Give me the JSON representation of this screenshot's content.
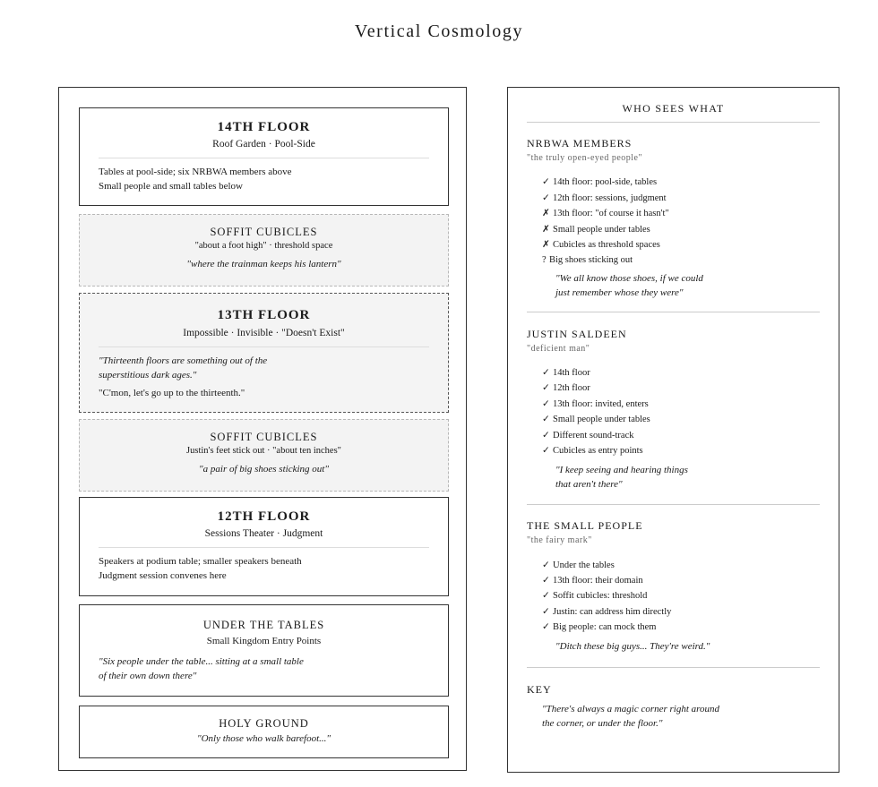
{
  "title": "Vertical Cosmology",
  "floors": {
    "f14": {
      "name": "14TH FLOOR",
      "sub": "Roof Garden · Pool-Side",
      "lines": [
        "Tables at pool-side; six NRBWA members above",
        "Small people and small tables below"
      ]
    },
    "soffit_a": {
      "name": "SOFFIT CUBICLES",
      "sub": "\"about a foot high\" · threshold space",
      "quote": "\"where the trainman keeps his lantern\""
    },
    "f13": {
      "name": "13TH FLOOR",
      "sub": "Impossible · Invisible · \"Doesn't Exist\"",
      "quote_lines": [
        "\"Thirteenth floors are something out of the",
        "superstitious dark ages.\""
      ],
      "line": "\"C'mon, let's go up to the thirteenth.\""
    },
    "soffit_b": {
      "name": "SOFFIT CUBICLES",
      "sub": "Justin's feet stick out · \"about ten inches\"",
      "quote": "\"a pair of big shoes sticking out\""
    },
    "f12": {
      "name": "12TH FLOOR",
      "sub": "Sessions Theater · Judgment",
      "lines": [
        "Speakers at podium table; smaller speakers beneath",
        "Judgment session convenes here"
      ]
    },
    "under": {
      "name": "UNDER THE TABLES",
      "sub": "Small Kingdom Entry Points",
      "quote_lines": [
        "\"Six people under the table... sitting at a small table",
        "of their own down there\""
      ]
    },
    "holy": {
      "name": "HOLY GROUND",
      "quote": "\"Only those who walk barefoot...\""
    }
  },
  "legend": {
    "heading": "WHO SEES WHAT",
    "nrbwa": {
      "title": "NRBWA MEMBERS",
      "note": "\"the truly open-eyed people\"",
      "items": [
        {
          "mark": "✓",
          "text": "14th floor: pool-side, tables"
        },
        {
          "mark": "✓",
          "text": "12th floor: sessions, judgment"
        },
        {
          "mark": "✗",
          "text": "13th floor: \"of course it hasn't\""
        },
        {
          "mark": "✗",
          "text": "Small people under tables"
        },
        {
          "mark": "✗",
          "text": "Cubicles as threshold spaces"
        },
        {
          "mark": "?",
          "text": "Big shoes sticking out"
        }
      ],
      "quote_lines": [
        "\"We all know those shoes, if we could",
        "just remember whose they were\""
      ]
    },
    "justin": {
      "title": "JUSTIN SALDEEN",
      "note": "\"deficient man\"",
      "items": [
        {
          "mark": "✓",
          "text": "14th floor"
        },
        {
          "mark": "✓",
          "text": "12th floor"
        },
        {
          "mark": "✓",
          "text": "13th floor: invited, enters"
        },
        {
          "mark": "✓",
          "text": "Small people under tables"
        },
        {
          "mark": "✓",
          "text": "Different sound-track"
        },
        {
          "mark": "✓",
          "text": "Cubicles as entry points"
        }
      ],
      "quote_lines": [
        "\"I keep seeing and hearing things",
        "that aren't there\""
      ]
    },
    "small": {
      "title": "THE SMALL PEOPLE",
      "note": "\"the fairy mark\"",
      "items": [
        {
          "mark": "✓",
          "text": "Under the tables"
        },
        {
          "mark": "✓",
          "text": "13th floor: their domain"
        },
        {
          "mark": "✓",
          "text": "Soffit cubicles: threshold"
        },
        {
          "mark": "✓",
          "text": "Justin: can address him directly"
        },
        {
          "mark": "✓",
          "text": "Big people: can mock them"
        }
      ],
      "quote": "\"Ditch these big guys... They're weird.\""
    },
    "key": {
      "title": "KEY",
      "quote_lines": [
        "\"There's always a magic corner right around",
        "the corner, or under the floor.\""
      ]
    }
  }
}
